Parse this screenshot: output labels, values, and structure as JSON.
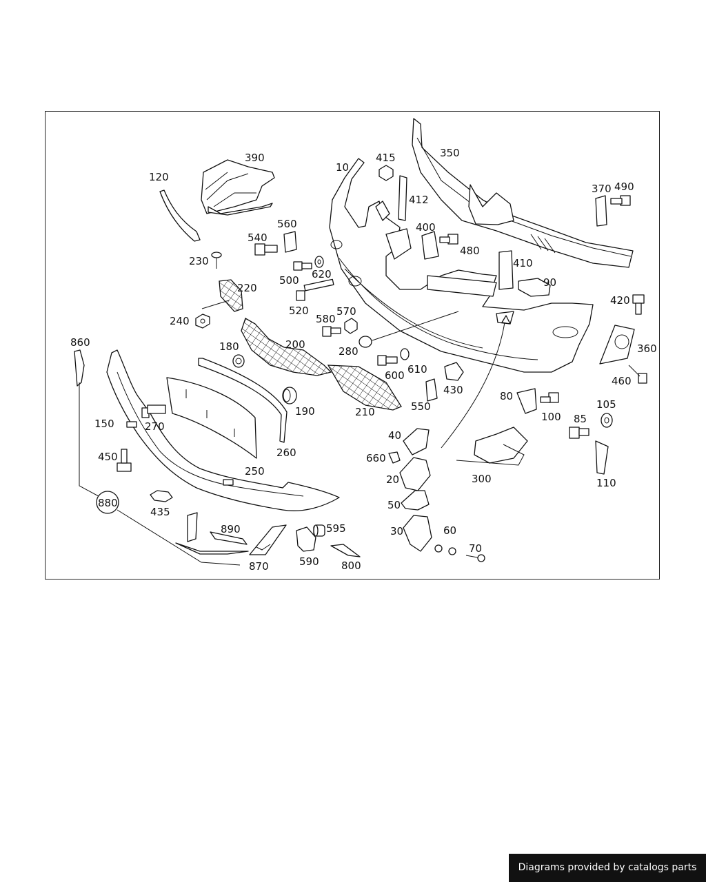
{
  "credit": {
    "text": "Diagrams provided by catalogs parts"
  },
  "callouts": [
    "10",
    "20",
    "30",
    "40",
    "50",
    "60",
    "70",
    "80",
    "85",
    "90",
    "100",
    "105",
    "110",
    "120",
    "150",
    "180",
    "190",
    "200",
    "210",
    "220",
    "230",
    "240",
    "250",
    "260",
    "270",
    "280",
    "300",
    "350",
    "360",
    "370",
    "390",
    "400",
    "410",
    "412",
    "415",
    "420",
    "430",
    "435",
    "450",
    "460",
    "480",
    "490",
    "500",
    "520",
    "540",
    "550",
    "560",
    "570",
    "580",
    "590",
    "595",
    "600",
    "610",
    "620",
    "660",
    "800",
    "860",
    "870",
    "880",
    "890"
  ]
}
